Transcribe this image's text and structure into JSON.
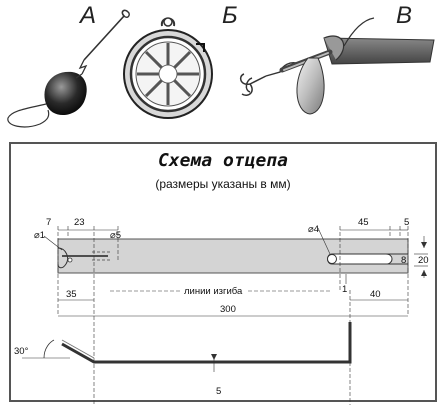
{
  "illustrations": {
    "a_label": "А",
    "b_label": "Б",
    "c_label": "В"
  },
  "schematic": {
    "title": "Схема отцепа",
    "subtitle": "(размеры указаны в мм)",
    "dimensions": {
      "d1": "⌀1",
      "d5": "⌀5",
      "d4": "⌀4",
      "n7": "7",
      "n23": "23",
      "n45": "45",
      "n5_top": "5",
      "n20": "20",
      "n8": "8",
      "n35": "35",
      "n40": "40",
      "n300": "300",
      "n1": "1",
      "bend_lines": "линии изгиба",
      "angle": "30°",
      "n5_bottom": "5"
    }
  }
}
